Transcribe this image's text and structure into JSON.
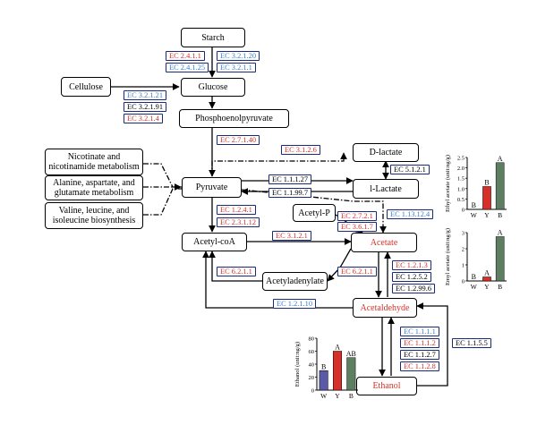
{
  "colors": {
    "red": "#d5312a",
    "blue": "#3a7fd0",
    "black": "#000000",
    "bar_w": "#5b5aa8",
    "bar_y": "#d5312a",
    "bar_b": "#5e7e62"
  },
  "nodes": {
    "starch": {
      "label": "Starch",
      "tone": "black"
    },
    "cellulose": {
      "label": "Cellulose",
      "tone": "black"
    },
    "glucose": {
      "label": "Glucose",
      "tone": "black"
    },
    "pep": {
      "label": "Phosphoenolpyruvate",
      "tone": "black"
    },
    "nicotinate": {
      "label": "Nicotinate and nicotinamide metabolism",
      "tone": "black"
    },
    "alanine": {
      "label": "Alanine, aspartate, and glutamate metabolism",
      "tone": "black"
    },
    "valine": {
      "label": "Valine, leucine, and isoleucine biosynthesis",
      "tone": "black"
    },
    "pyruvate": {
      "label": "Pyruvate",
      "tone": "black"
    },
    "dlactate": {
      "label": "D-lactate",
      "tone": "black"
    },
    "llactate": {
      "label": "l-Lactate",
      "tone": "black"
    },
    "acetylp": {
      "label": "Acetyl-P",
      "tone": "black"
    },
    "acetylcoa": {
      "label": "Acetyl-coA",
      "tone": "black"
    },
    "acetate": {
      "label": "Acetate",
      "tone": "red"
    },
    "acetyladenylate": {
      "label": "Acetyladenylate",
      "tone": "black"
    },
    "acetaldehyde": {
      "label": "Acetaldehyde",
      "tone": "red"
    },
    "ethanol": {
      "label": "Ethanol",
      "tone": "red"
    }
  },
  "ec_labels": [
    {
      "text": "EC 2.4.1.1",
      "tone": "red"
    },
    {
      "text": "EC 2.4.1.25",
      "tone": "blue"
    },
    {
      "text": "EC 3.2.1.20",
      "tone": "blue"
    },
    {
      "text": "EC 3.2.1.1",
      "tone": "blue"
    },
    {
      "text": "EC 3.2.1.21",
      "tone": "blue"
    },
    {
      "text": "EC 3.2.1.91",
      "tone": "black"
    },
    {
      "text": "EC 3.2.1.4",
      "tone": "red"
    },
    {
      "text": "EC 2.7.1.40",
      "tone": "red"
    },
    {
      "text": "EC 3.1.2.6",
      "tone": "red"
    },
    {
      "text": "EC 5.1.2.1",
      "tone": "black"
    },
    {
      "text": "EC 1.1.1.27",
      "tone": "black"
    },
    {
      "text": "EC 1.1.99.7",
      "tone": "black"
    },
    {
      "text": "EC 1.2.4.1",
      "tone": "red"
    },
    {
      "text": "EC 2.3.1.12",
      "tone": "red"
    },
    {
      "text": "EC 2.7.2.1",
      "tone": "red"
    },
    {
      "text": "EC 3.6.1.7",
      "tone": "red"
    },
    {
      "text": "EC 1.13.12.4",
      "tone": "blue"
    },
    {
      "text": "EC 3.1.2.1",
      "tone": "red"
    },
    {
      "text": "EC 1.2.1.3",
      "tone": "red"
    },
    {
      "text": "EC 1.2.5.2",
      "tone": "black"
    },
    {
      "text": "EC 1.2.99.6",
      "tone": "black"
    },
    {
      "text": "EC 6.2.1.1",
      "tone": "red"
    },
    {
      "text": "EC 6.2.1.1",
      "tone": "red"
    },
    {
      "text": "EC 1.2.1.10",
      "tone": "blue"
    },
    {
      "text": "EC 1.1.1.1",
      "tone": "blue"
    },
    {
      "text": "EC 1.1.1.2",
      "tone": "red"
    },
    {
      "text": "EC 1.1.2.7",
      "tone": "black"
    },
    {
      "text": "EC 1.1.2.8",
      "tone": "red"
    },
    {
      "text": "EC 1.1.5.5",
      "tone": "black"
    }
  ],
  "charts": [
    {
      "ylabel": "Ethyl acetate (unit:ng/g)",
      "ylim": [
        0,
        2.5
      ],
      "yticks": [
        "0",
        "0.5",
        "1.0",
        "1.5",
        "2.0",
        "2.5"
      ],
      "categories": [
        "W",
        "Y",
        "B"
      ],
      "values": [
        0,
        1.1,
        2.25
      ],
      "letters": [
        "B",
        "B",
        "A"
      ]
    },
    {
      "ylabel": "Emyl acetate (unit:ng/g)",
      "ylim": [
        0,
        3
      ],
      "yticks": [
        "0",
        "1",
        "2",
        "3"
      ],
      "categories": [
        "W",
        "Y",
        "B"
      ],
      "values": [
        0,
        0.25,
        2.75
      ],
      "letters": [
        "B",
        "A",
        "A"
      ]
    },
    {
      "ylabel": "Ethanol (unit:ng/g)",
      "ylim": [
        0,
        80
      ],
      "yticks": [
        "0",
        "20",
        "40",
        "60",
        "80"
      ],
      "categories": [
        "W",
        "Y",
        "B"
      ],
      "values": [
        30,
        60,
        50
      ],
      "letters": [
        "B",
        "A",
        "AB"
      ]
    }
  ]
}
